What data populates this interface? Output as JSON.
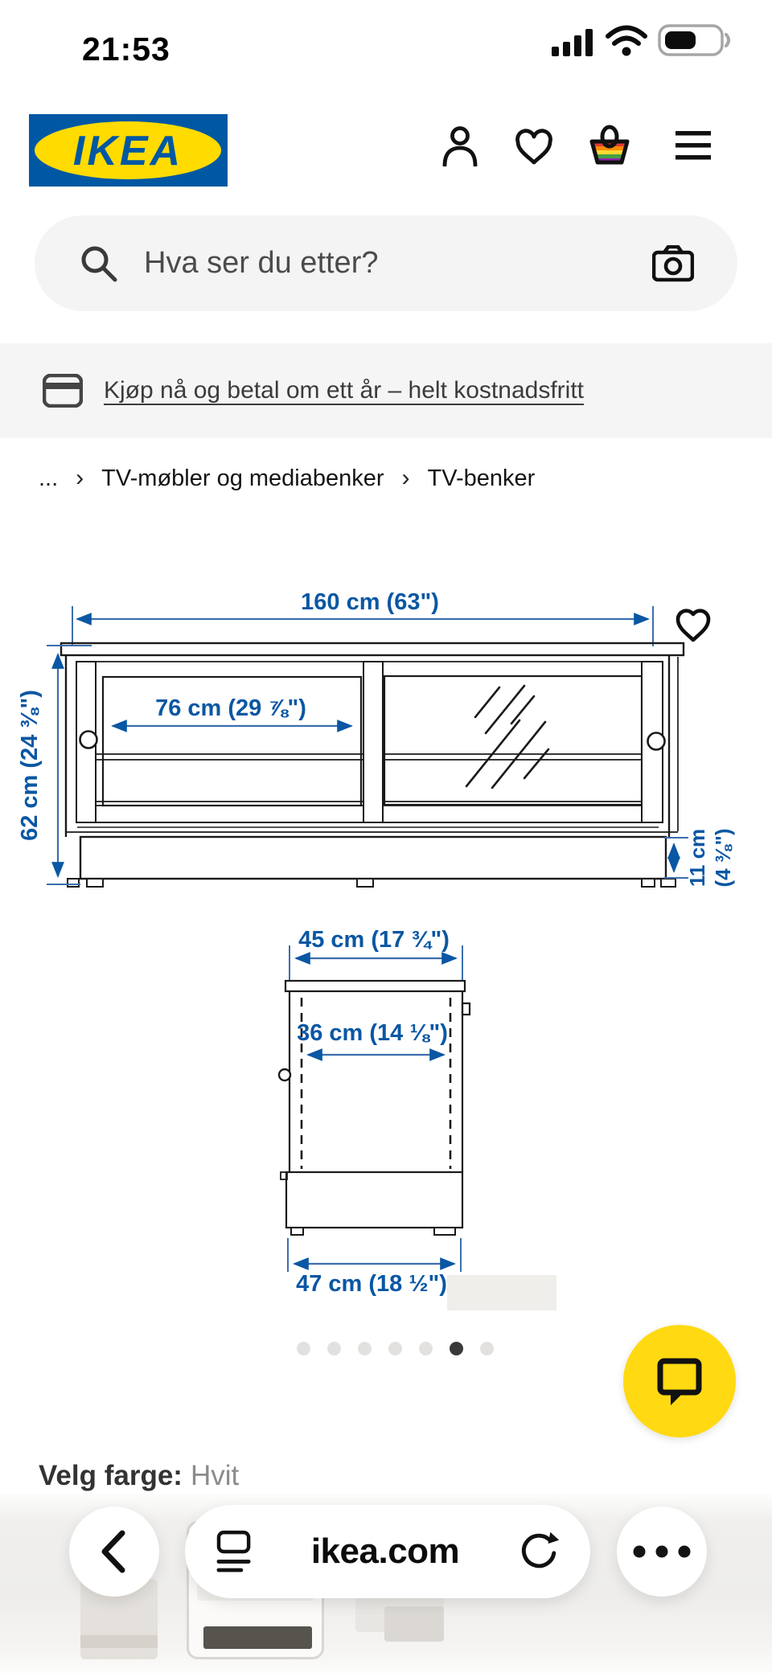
{
  "status_bar": {
    "time": "21:53",
    "signal_icon": "cellular-signal-4-bars",
    "wifi_icon": "wifi",
    "battery_icon": "battery-half"
  },
  "header": {
    "logo": "IKEA",
    "logo_mark": "®",
    "profile_icon": "person",
    "wishlist_icon": "heart",
    "cart_icon": "shopping-bag-pride",
    "menu_icon": "hamburger"
  },
  "search": {
    "placeholder": "Hva ser du etter?",
    "search_icon": "magnifier",
    "camera_icon": "camera"
  },
  "promo_banner": {
    "icon": "credit-card",
    "link": "Kjøp nå og betal om ett år – helt kostnadsfritt"
  },
  "breadcrumb": {
    "collapsed": "...",
    "separator": "›",
    "items": [
      "TV-møbler og mediabenker",
      "TV-benker"
    ]
  },
  "product_diagram": {
    "accent_color": "#0058A3",
    "front_view": {
      "overall_width": "160 cm (63\")",
      "inner_width": "76 cm (29 ⅞\")",
      "overall_height": "62 cm (24 ⅜\")",
      "plinth_height": [
        "11 cm",
        "(4 ⅜\")"
      ]
    },
    "side_view": {
      "top_depth": "45 cm (17 ¾\")",
      "inner_depth": "36 cm (14 ⅛\")",
      "base_depth": "47 cm (18 ½\")"
    }
  },
  "image_carousel": {
    "dots": 7,
    "active_dot": 6
  },
  "chat_button": {
    "icon": "speech-bubble",
    "color": "#FFDB00"
  },
  "color_selector": {
    "label": "Velg farge:",
    "value": "Hvit"
  },
  "browser_toolbar": {
    "back_icon": "chevron-left",
    "reader_icon": "page-lines",
    "url": "ikea.com",
    "reload_icon": "reload-arrow",
    "more_icon": "ellipsis"
  }
}
